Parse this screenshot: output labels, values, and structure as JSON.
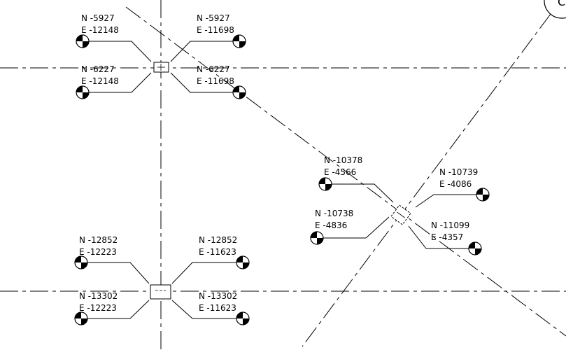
{
  "grid_bubble": {
    "label": "C"
  },
  "columns": [
    {
      "id": "top-left",
      "points": [
        {
          "north": "N -5927",
          "east": "E -12148"
        },
        {
          "north": "N -5927",
          "east": "E -11698"
        },
        {
          "north": "N -6227",
          "east": "E -12148"
        },
        {
          "north": "N -6227",
          "east": "E -11698"
        }
      ]
    },
    {
      "id": "bottom-left",
      "points": [
        {
          "north": "N -12852",
          "east": "E -12223"
        },
        {
          "north": "N -12852",
          "east": "E -11623"
        },
        {
          "north": "N -13302",
          "east": "E -12223"
        },
        {
          "north": "N -13302",
          "east": "E -11623"
        }
      ]
    },
    {
      "id": "right-rotated",
      "points": [
        {
          "north": "N -10378",
          "east": "E -4566"
        },
        {
          "north": "N -10739",
          "east": "E -4086"
        },
        {
          "north": "N -10738",
          "east": "E -4836"
        },
        {
          "north": "N -11099",
          "east": "E -4357"
        }
      ]
    }
  ]
}
